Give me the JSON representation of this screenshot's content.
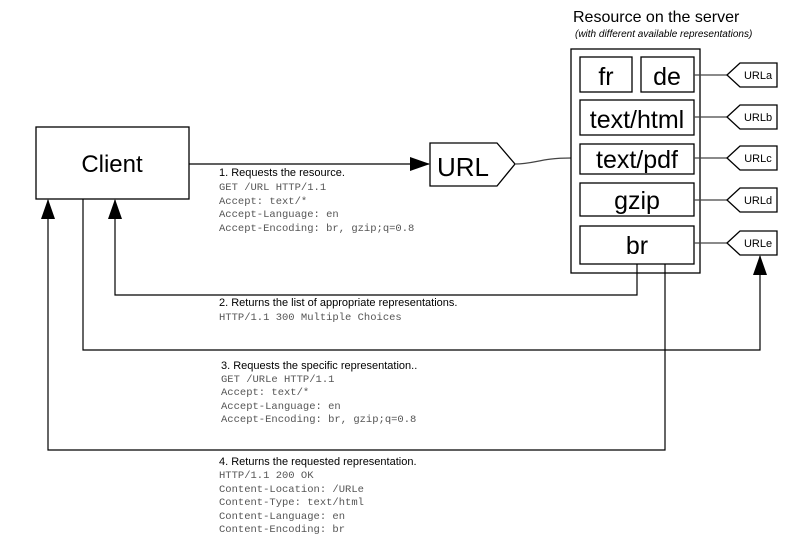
{
  "client": {
    "label": "Client"
  },
  "url_node": {
    "label": "URL"
  },
  "server": {
    "title": "Resource on the server",
    "subtitle": "(with different available representations)",
    "representations": [
      "fr",
      "de",
      "text/html",
      "text/pdf",
      "gzip",
      "br"
    ],
    "urls": [
      "URLa",
      "URLb",
      "URLc",
      "URLd",
      "URLe"
    ]
  },
  "steps": [
    {
      "title": "1. Requests the resource.",
      "lines": [
        "GET /URL HTTP/1.1",
        "Accept: text/*",
        "Accept-Language: en",
        "Accept-Encoding: br, gzip;q=0.8"
      ]
    },
    {
      "title": "2. Returns the list of  appropriate representations.",
      "lines": [
        "HTTP/1.1 300 Multiple Choices"
      ]
    },
    {
      "title": "3. Requests the specific representation..",
      "lines": [
        "GET /URLe HTTP/1.1",
        "Accept: text/*",
        "Accept-Language: en",
        "Accept-Encoding: br, gzip;q=0.8"
      ]
    },
    {
      "title": "4. Returns the requested representation.",
      "lines": [
        "HTTP/1.1 200 OK",
        "Content-Location: /URLe",
        "Content-Type: text/html",
        "Content-Language: en",
        "Content-Encoding: br"
      ]
    }
  ]
}
